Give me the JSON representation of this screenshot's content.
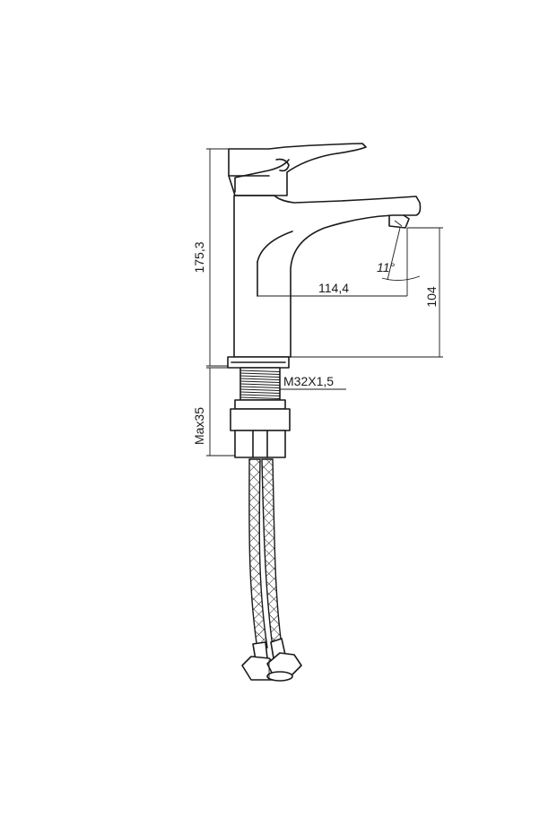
{
  "dimensions": {
    "height_total": "175,3",
    "spout_reach": "114,4",
    "spout_height": "104",
    "angle": "11°",
    "thread": "M32X1,5",
    "max_mount": "Max35"
  }
}
